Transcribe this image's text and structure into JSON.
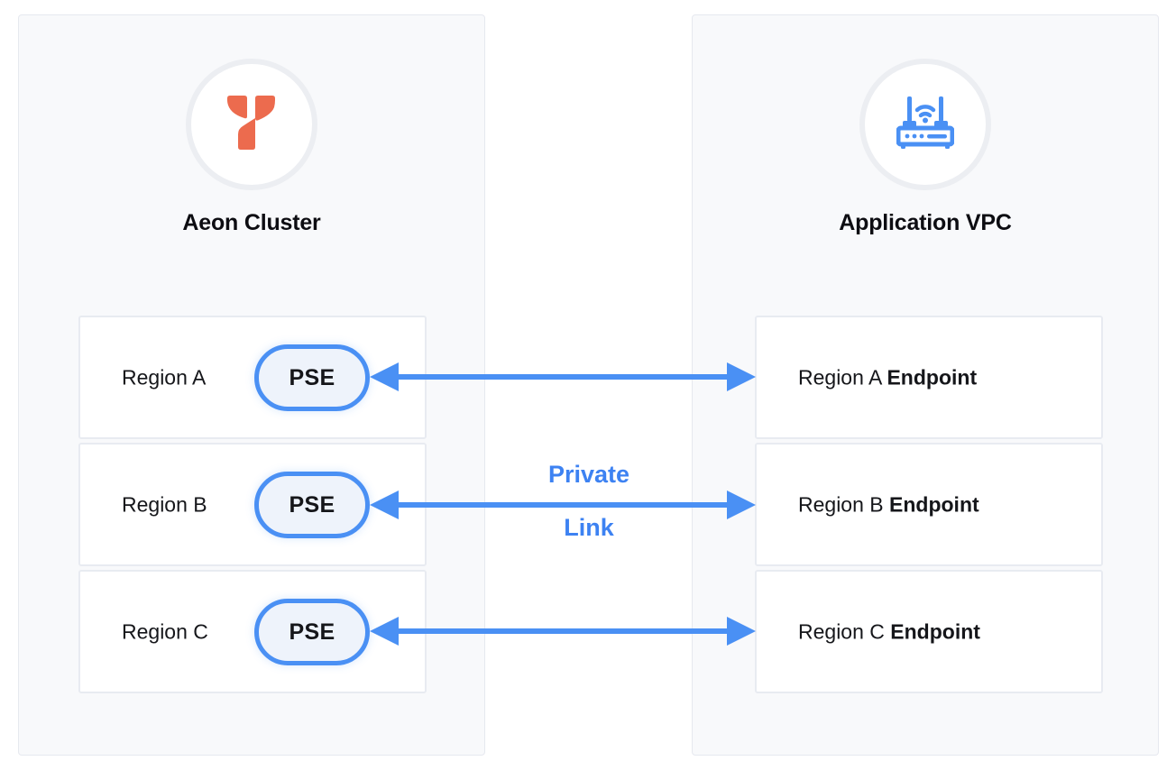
{
  "diagram": {
    "title": "Aeon Cluster to Application VPC Private Link",
    "accent_blue": "#4a90f4",
    "accent_orange": "#ec6b4e",
    "panel_bg": "#f8f9fb",
    "panel_border": "#e6e9ef",
    "box_border": "#e8ebf1"
  },
  "left_panel": {
    "title": "Aeon Cluster",
    "icon": "aeon-logo-icon",
    "rows": [
      {
        "label": "Region A",
        "node": "PSE"
      },
      {
        "label": "Region B",
        "node": "PSE"
      },
      {
        "label": "Region C",
        "node": "PSE"
      }
    ]
  },
  "right_panel": {
    "title": "Application VPC",
    "icon": "router-icon",
    "rows": [
      {
        "label_prefix": "Region A ",
        "label_strong": "Endpoint"
      },
      {
        "label_prefix": "Region B ",
        "label_strong": "Endpoint"
      },
      {
        "label_prefix": "Region C ",
        "label_strong": "Endpoint"
      }
    ]
  },
  "connections": {
    "caption_line_1": "Private",
    "caption_line_2": "Link",
    "style": "bidirectional-arrow",
    "count": 3
  }
}
